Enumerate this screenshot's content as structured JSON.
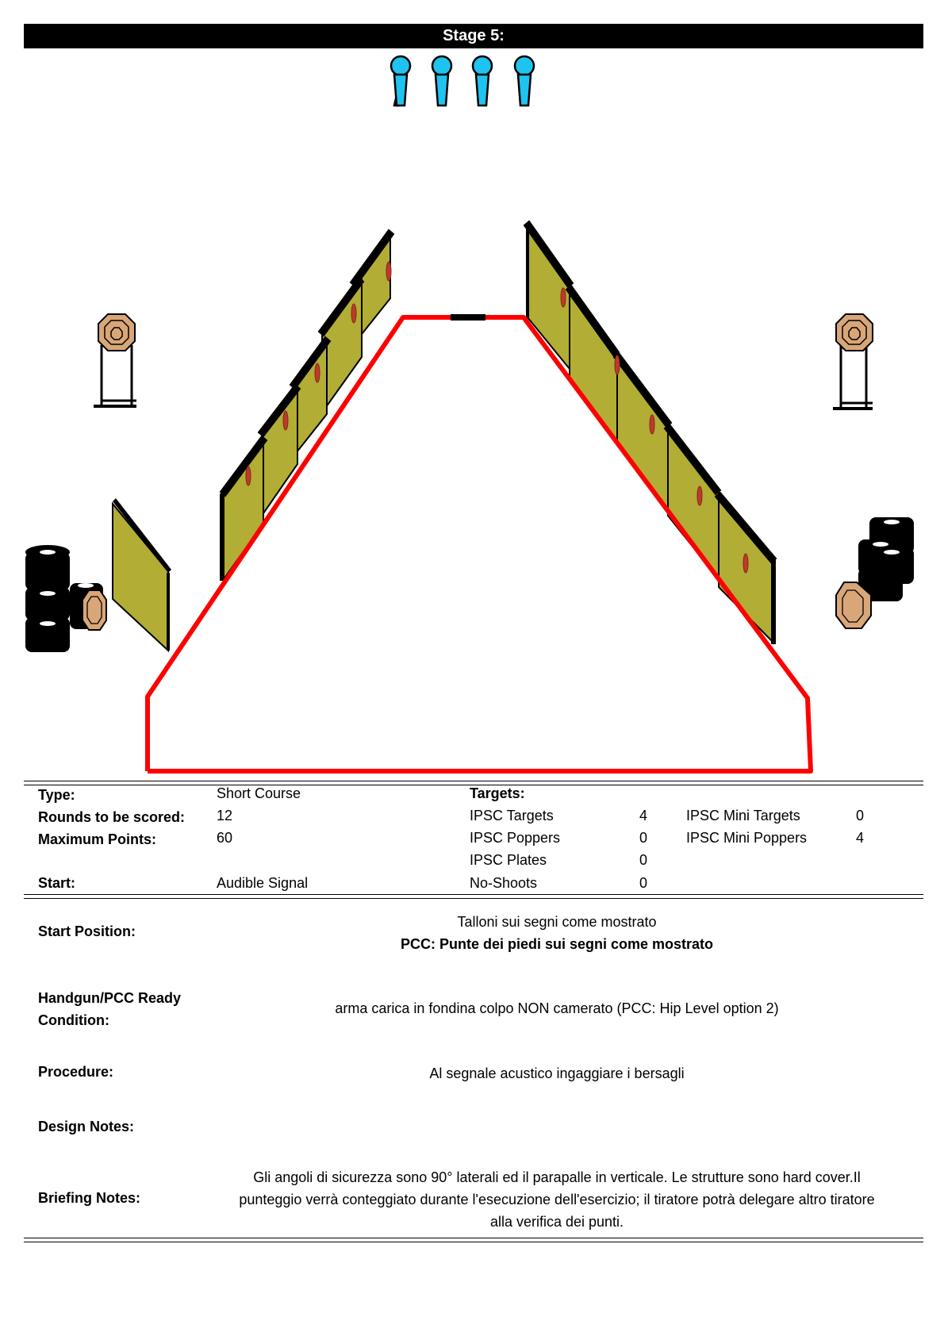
{
  "title": "Stage 5:",
  "info": {
    "type_label": "Type:",
    "type_value": "Short Course",
    "rounds_label": "Rounds to be scored:",
    "rounds_value": "12",
    "points_label": "Maximum Points:",
    "points_value": "60",
    "start_label": "Start:",
    "start_value": "Audible Signal",
    "targets_heading": "Targets:",
    "targets": [
      {
        "label": "IPSC Targets",
        "value": "4"
      },
      {
        "label": "IPSC Poppers",
        "value": "0"
      },
      {
        "label": "IPSC Plates",
        "value": "0"
      },
      {
        "label": "No-Shoots",
        "value": "0"
      }
    ],
    "mini_targets": [
      {
        "label": "IPSC Mini Targets",
        "value": "0"
      },
      {
        "label": "IPSC Mini Poppers",
        "value": "4"
      }
    ]
  },
  "notes": {
    "start_position_label": "Start Position:",
    "start_position_line1": "Talloni sui segni  come mostrato",
    "start_position_line2": "PCC: Punte dei piedi sui segni come mostrato",
    "ready_label": "Handgun/PCC Ready Condition:",
    "ready_text": "arma carica in fondina colpo NON camerato    (PCC: Hip Level option 2)",
    "procedure_label": "Procedure:",
    "procedure_text": "Al segnale acustico ingaggiare i bersagli",
    "design_label": "Design Notes:",
    "design_text": "",
    "briefing_label": "Briefing Notes:",
    "briefing_text": "Gli angoli di sicurezza sono 90° laterali ed il parapalle in verticale. Le strutture sono hard cover.Il punteggio verrà conteggiato durante l'esecuzione dell'esercizio; il tiratore potrà delegare altro tiratore alla verifica  dei punti."
  },
  "colors": {
    "popper": "#1ec3ef",
    "wall": "#b2ad34",
    "fault_line": "#ff0000",
    "target": "#d9a678"
  }
}
